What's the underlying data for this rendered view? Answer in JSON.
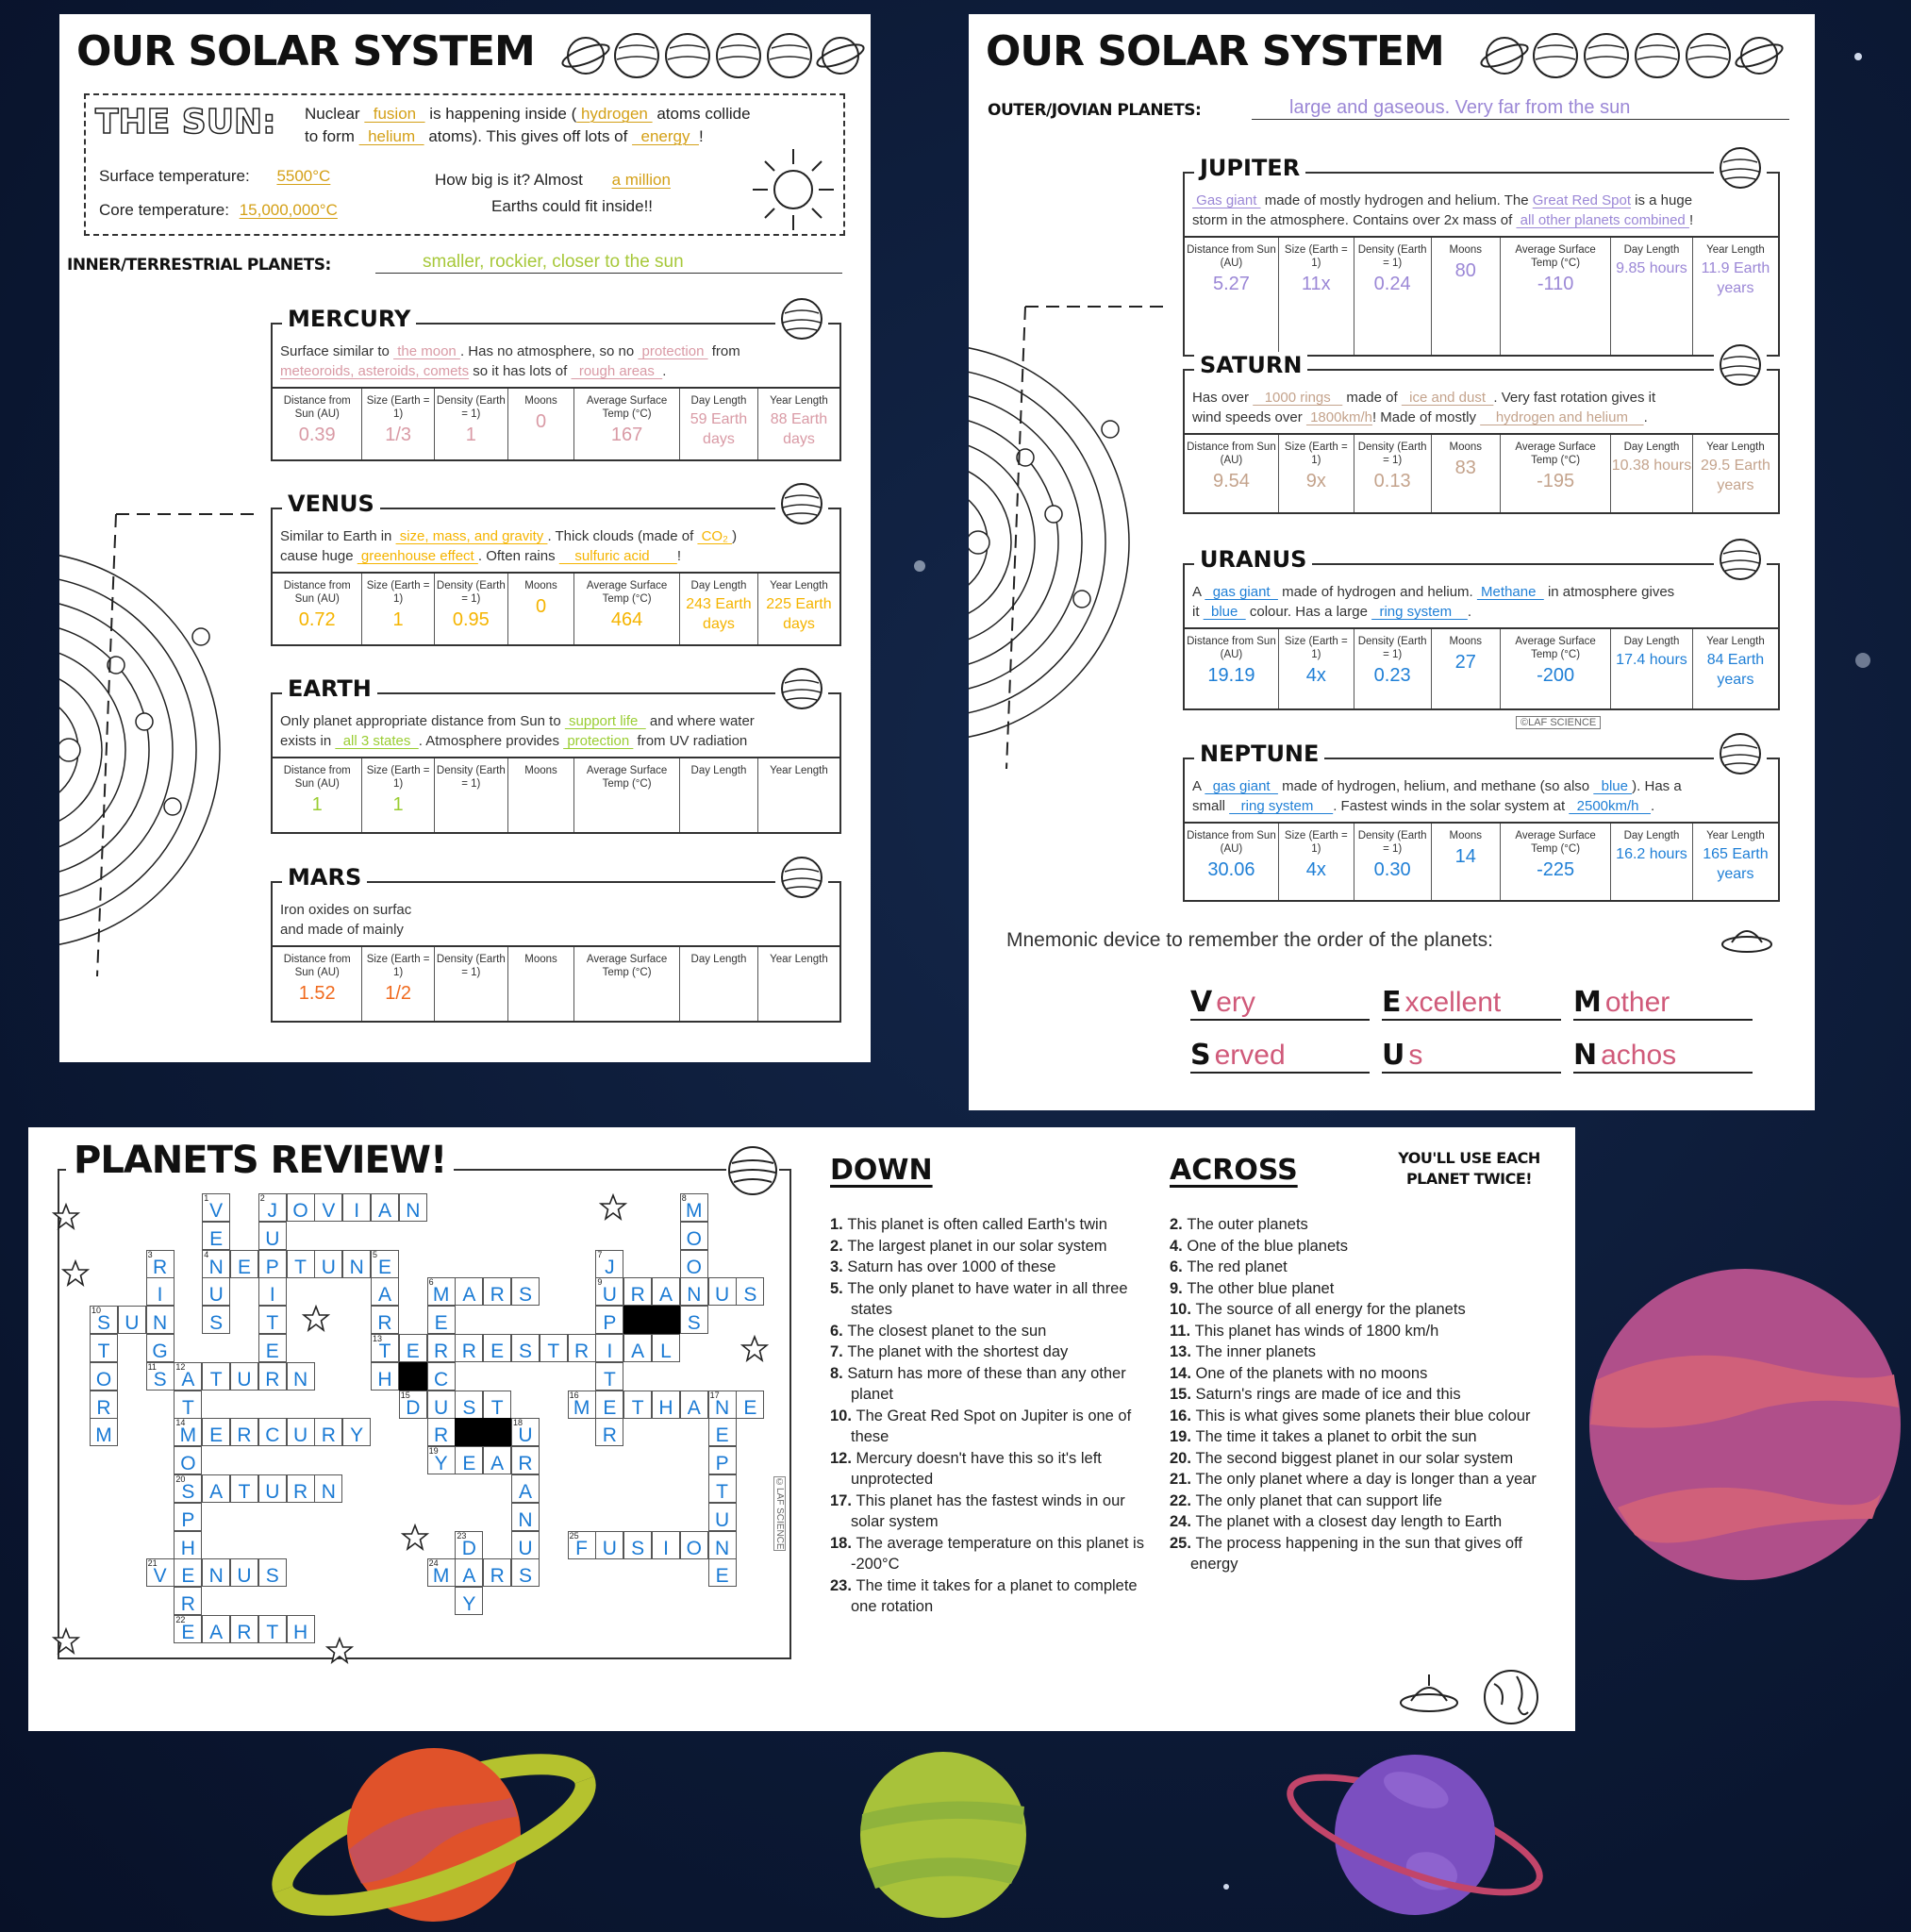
{
  "colors": {
    "background": "#0c1a36",
    "sun": "#d4a017",
    "inner": "#a7c83a",
    "mercury": "#d99aa5",
    "venus": "#f5b400",
    "earth": "#9acd32",
    "mars": "#f06a1e",
    "jupiter": "#9b87d6",
    "saturn": "#c4a38c",
    "uranus": "#1f7fd6",
    "neptune": "#1f7fd6",
    "crossword": "#1a7ad4",
    "mnemonic": "#d05a7a"
  },
  "table_headers": [
    "Distance from Sun (AU)",
    "Size (Earth = 1)",
    "Density (Earth = 1)",
    "Moons",
    "Average Surface Temp (°C)",
    "Day Length",
    "Year Length"
  ],
  "left_sheet": {
    "title": "OUR SOLAR SYSTEM",
    "sun": {
      "label": "THE SUN:",
      "line1": [
        {
          "t": "Nuclear "
        },
        {
          "b": "  fusion  "
        },
        {
          "t": " is happening inside ("
        },
        {
          "b": " hydrogen "
        },
        {
          "t": " atoms collide"
        }
      ],
      "line2": [
        {
          "t": "to form "
        },
        {
          "b": "  helium  "
        },
        {
          "t": " atoms). This gives off lots of "
        },
        {
          "b": "  energy  "
        },
        {
          "t": "!"
        }
      ],
      "surface_label": "Surface temperature:",
      "surface_value": "5500°C",
      "core_label": "Core temperature:",
      "core_value": "15,000,000°C",
      "size_label": "How big is it? Almost",
      "size_value": "a million",
      "size_suffix": "Earths could fit inside!!"
    },
    "group_label": "INNER/TERRESTRIAL PLANETS:",
    "group_value": "smaller, rockier, closer to the sun",
    "planets": [
      {
        "name": "MERCURY",
        "color": "mercury",
        "icon": "mercury-icon",
        "lines": [
          [
            {
              "t": "Surface similar to "
            },
            {
              "b": " the moon "
            },
            {
              "t": ". Has no atmosphere, so no "
            },
            {
              "b": " protection "
            },
            {
              "t": " from"
            }
          ],
          [
            {
              "b": "meteoroids, asteroids, comets"
            },
            {
              "t": " so it has lots of "
            },
            {
              "b": "  rough areas  "
            },
            {
              "t": "."
            }
          ]
        ],
        "values": [
          "0.39",
          "1/3",
          "1",
          "0",
          "167",
          "59 Earth days",
          "88 Earth days"
        ]
      },
      {
        "name": "VENUS",
        "color": "venus",
        "icon": "venus-icon",
        "lines": [
          [
            {
              "t": "Similar to Earth in "
            },
            {
              "b": " size, mass, and gravity "
            },
            {
              "t": ". Thick clouds (made of "
            },
            {
              "b": " CO₂ "
            },
            {
              "t": ")"
            }
          ],
          [
            {
              "t": "cause huge "
            },
            {
              "b": " greenhouse effect "
            },
            {
              "t": ". Often rains "
            },
            {
              "b": "    sulfuric acid       "
            },
            {
              "t": "!"
            }
          ]
        ],
        "values": [
          "0.72",
          "1",
          "0.95",
          "0",
          "464",
          "243 Earth days",
          "225 Earth days"
        ]
      },
      {
        "name": "EARTH",
        "color": "earth",
        "icon": "earth-icon",
        "lines": [
          [
            {
              "t": "Only planet appropriate distance from Sun to "
            },
            {
              "b": " support life  "
            },
            {
              "t": " and where water"
            }
          ],
          [
            {
              "t": "exists in "
            },
            {
              "b": "  all 3 states  "
            },
            {
              "t": ". Atmosphere provides "
            },
            {
              "b": " protection "
            },
            {
              "t": " from UV radiation"
            }
          ]
        ],
        "values": [
          "1",
          "1",
          "",
          "",
          "",
          "",
          ""
        ]
      },
      {
        "name": "MARS",
        "color": "mars",
        "icon": "mars-icon",
        "lines": [
          [
            {
              "t": "Iron oxides on surfac"
            }
          ],
          [
            {
              "t": "and made of mainly"
            }
          ]
        ],
        "values": [
          "1.52",
          "1/2",
          "",
          "",
          "",
          "",
          ""
        ]
      }
    ]
  },
  "right_sheet": {
    "title": "OUR SOLAR SYSTEM",
    "group_label": "OUTER/JOVIAN PLANETS:",
    "group_value": "large and gaseous. Very far from the sun",
    "planets": [
      {
        "name": "JUPITER",
        "color": "jupiter",
        "icon": "jupiter-icon",
        "lines": [
          [
            {
              "b": " Gas giant "
            },
            {
              "t": " made of mostly hydrogen and helium. The "
            },
            {
              "b": "Great Red Spot"
            },
            {
              "t": " is a huge"
            }
          ],
          [
            {
              "t": "storm in the atmosphere. Contains over 2x mass of "
            },
            {
              "b": " all other planets combined "
            },
            {
              "t": "!"
            }
          ]
        ],
        "values": [
          "5.27",
          "11x",
          "0.24",
          "80",
          "-110",
          "9.85 hours",
          "11.9 Earth years"
        ]
      },
      {
        "name": "SATURN",
        "color": "saturn",
        "icon": "saturn-icon",
        "lines": [
          [
            {
              "t": "Has over "
            },
            {
              "b": "   1000 rings   "
            },
            {
              "t": " made of "
            },
            {
              "b": "  ice and dust  "
            },
            {
              "t": ". Very fast rotation gives it"
            }
          ],
          [
            {
              "t": "wind speeds over "
            },
            {
              "b": " 1800km/h"
            },
            {
              "t": "! Made of mostly "
            },
            {
              "b": "    hydrogen and helium    "
            },
            {
              "t": "."
            }
          ]
        ],
        "values": [
          "9.54",
          "9x",
          "0.13",
          "83",
          "-195",
          "10.38 hours",
          "29.5 Earth years"
        ]
      },
      {
        "name": "URANUS",
        "color": "uranus",
        "icon": "uranus-icon",
        "lines": [
          [
            {
              "t": "A "
            },
            {
              "b": "  gas giant  "
            },
            {
              "t": " made of hydrogen and helium. "
            },
            {
              "b": " Methane  "
            },
            {
              "t": " in atmosphere gives"
            }
          ],
          [
            {
              "t": "it "
            },
            {
              "b": "  blue  "
            },
            {
              "t": " colour. Has a large "
            },
            {
              "b": "  ring system    "
            },
            {
              "t": "."
            }
          ]
        ],
        "values": [
          "19.19",
          "4x",
          "0.23",
          "27",
          "-200",
          "17.4 hours",
          "84 Earth years"
        ]
      },
      {
        "name": "NEPTUNE",
        "color": "neptune",
        "icon": "neptune-icon",
        "lines": [
          [
            {
              "t": "A "
            },
            {
              "b": "  gas giant  "
            },
            {
              "t": " made of hydrogen, helium, and methane (so also "
            },
            {
              "b": "  blue "
            },
            {
              "t": "). Has a"
            }
          ],
          [
            {
              "t": "small "
            },
            {
              "b": "   ring system     "
            },
            {
              "t": ". Fastest winds in the solar system at "
            },
            {
              "b": "  2500km/h   "
            },
            {
              "t": "."
            }
          ]
        ],
        "values": [
          "30.06",
          "4x",
          "0.30",
          "14",
          "-225",
          "16.2 hours",
          "165 Earth years"
        ]
      }
    ],
    "copyright": "©LAF SCIENCE",
    "mnemonic_prompt": "Mnemonic device to remember the order of the planets:",
    "mnemonic": [
      {
        "letter": "V",
        "rest": "ery"
      },
      {
        "letter": "E",
        "rest": "xcellent"
      },
      {
        "letter": "M",
        "rest": "other"
      },
      {
        "letter": "S",
        "rest": "erved"
      },
      {
        "letter": "U",
        "rest": "s"
      },
      {
        "letter": "N",
        "rest": "achos"
      }
    ]
  },
  "crossword": {
    "title": "PLANETS REVIEW!",
    "copyright": "©LAF SCIENCE",
    "note": "YOU'LL USE EACH PLANET TWICE!",
    "down_heading": "DOWN",
    "across_heading": "ACROSS",
    "words": [
      {
        "n": 2,
        "dir": "across",
        "row": 0,
        "col": 6,
        "answer": "JOVIAN"
      },
      {
        "n": 4,
        "dir": "across",
        "row": 2,
        "col": 4,
        "answer": "NEPTUNE"
      },
      {
        "n": 6,
        "dir": "across",
        "row": 3,
        "col": 12,
        "answer": "MARS"
      },
      {
        "n": 9,
        "dir": "across",
        "row": 3,
        "col": 18,
        "answer": "URANUS"
      },
      {
        "n": 10,
        "dir": "across",
        "row": 4,
        "col": 0,
        "answer": "SUN"
      },
      {
        "n": 11,
        "dir": "across",
        "row": 6,
        "col": 2,
        "answer": "SATURN"
      },
      {
        "n": 13,
        "dir": "across",
        "row": 5,
        "col": 10,
        "answer": "TERRESTRIAL"
      },
      {
        "n": 14,
        "dir": "across",
        "row": 8,
        "col": 3,
        "answer": "MERCURY"
      },
      {
        "n": 15,
        "dir": "across",
        "row": 7,
        "col": 11,
        "answer": "DUST"
      },
      {
        "n": 16,
        "dir": "across",
        "row": 7,
        "col": 17,
        "answer": "METHANE"
      },
      {
        "n": 19,
        "dir": "across",
        "row": 9,
        "col": 12,
        "answer": "YEAR"
      },
      {
        "n": 20,
        "dir": "across",
        "row": 10,
        "col": 3,
        "answer": "SATURN"
      },
      {
        "n": 21,
        "dir": "across",
        "row": 13,
        "col": 2,
        "answer": "VENUS"
      },
      {
        "n": 22,
        "dir": "across",
        "row": 15,
        "col": 3,
        "answer": "EARTH"
      },
      {
        "n": 24,
        "dir": "across",
        "row": 13,
        "col": 12,
        "answer": "MARS"
      },
      {
        "n": 25,
        "dir": "across",
        "row": 12,
        "col": 17,
        "answer": "FUSION"
      },
      {
        "n": 1,
        "dir": "down",
        "row": 0,
        "col": 4,
        "answer": "VENUS"
      },
      {
        "n": 2,
        "dir": "down",
        "row": 0,
        "col": 6,
        "answer": "JUPITER"
      },
      {
        "n": 3,
        "dir": "down",
        "row": 2,
        "col": 2,
        "answer": "RINGS"
      },
      {
        "n": 5,
        "dir": "down",
        "row": 2,
        "col": 10,
        "answer": "EARTH"
      },
      {
        "n": 6,
        "dir": "down",
        "row": 3,
        "col": 12,
        "answer": "MERCURY"
      },
      {
        "n": 7,
        "dir": "down",
        "row": 2,
        "col": 18,
        "answer": "JUPITER"
      },
      {
        "n": 8,
        "dir": "down",
        "row": 0,
        "col": 21,
        "answer": "MOONS"
      },
      {
        "n": 10,
        "dir": "down",
        "row": 4,
        "col": 0,
        "answer": "STORM"
      },
      {
        "n": 12,
        "dir": "down",
        "row": 6,
        "col": 3,
        "answer": "ATMOSPHERE"
      },
      {
        "n": 17,
        "dir": "down",
        "row": 7,
        "col": 22,
        "answer": "NEPTUNE"
      },
      {
        "n": 18,
        "dir": "down",
        "row": 8,
        "col": 15,
        "answer": "URANUS"
      },
      {
        "n": 23,
        "dir": "down",
        "row": 12,
        "col": 13,
        "answer": "DAY"
      }
    ],
    "black_cells": [
      [
        4,
        19
      ],
      [
        4,
        20
      ],
      [
        6,
        11
      ],
      [
        8,
        13
      ],
      [
        8,
        14
      ]
    ],
    "down_clues": [
      {
        "n": "1.",
        "text": "This planet is often called Earth's twin"
      },
      {
        "n": "2.",
        "text": "The largest planet in our solar system"
      },
      {
        "n": "3.",
        "text": "Saturn has over 1000 of these"
      },
      {
        "n": "5.",
        "text": "The only planet to have water in all three states"
      },
      {
        "n": "6.",
        "text": "The closest planet to the sun"
      },
      {
        "n": "7.",
        "text": "The planet with the shortest day"
      },
      {
        "n": "8.",
        "text": "Saturn has more of these than any other planet"
      },
      {
        "n": "10.",
        "text": "The Great Red Spot on Jupiter is one of these"
      },
      {
        "n": "12.",
        "text": "Mercury doesn't have this so it's left unprotected"
      },
      {
        "n": "17.",
        "text": "This planet has the fastest winds in our solar system"
      },
      {
        "n": "18.",
        "text": "The average temperature on this planet is -200°C"
      },
      {
        "n": "23.",
        "text": "The time it takes for a planet to complete one rotation"
      }
    ],
    "across_clues": [
      {
        "n": "2.",
        "text": "The outer planets"
      },
      {
        "n": "4.",
        "text": "One of the blue planets"
      },
      {
        "n": "6.",
        "text": "The red planet"
      },
      {
        "n": "9.",
        "text": "The other blue planet"
      },
      {
        "n": "10.",
        "text": "The source of all energy for the planets"
      },
      {
        "n": "11.",
        "text": "This planet has winds of 1800 km/h"
      },
      {
        "n": "13.",
        "text": "The inner planets"
      },
      {
        "n": "14.",
        "text": "One of the planets with no moons"
      },
      {
        "n": "15.",
        "text": "Saturn's rings are made of ice and this"
      },
      {
        "n": "16.",
        "text": "This is what gives some planets their blue colour"
      },
      {
        "n": "19.",
        "text": "The time it takes a planet to orbit the sun"
      },
      {
        "n": "20.",
        "text": "The second biggest planet in our solar system"
      },
      {
        "n": "21.",
        "text": "The only planet where a day is longer than a year"
      },
      {
        "n": "22.",
        "text": "The only planet that can support life"
      },
      {
        "n": "24.",
        "text": "The planet with a closest day length to Earth"
      },
      {
        "n": "25.",
        "text": "The process happening in the sun that gives off energy"
      }
    ]
  }
}
